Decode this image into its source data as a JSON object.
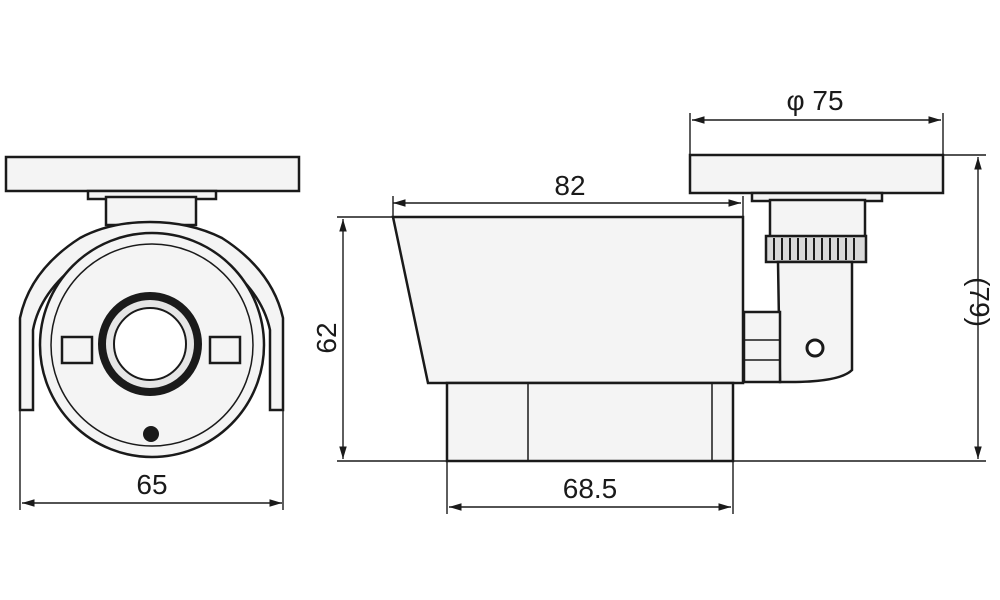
{
  "dimensions": {
    "front_width": "65",
    "side_length": "82",
    "side_height": "62",
    "base_length": "68.5",
    "mount_diameter": "φ 75",
    "total_height": "(79)"
  }
}
